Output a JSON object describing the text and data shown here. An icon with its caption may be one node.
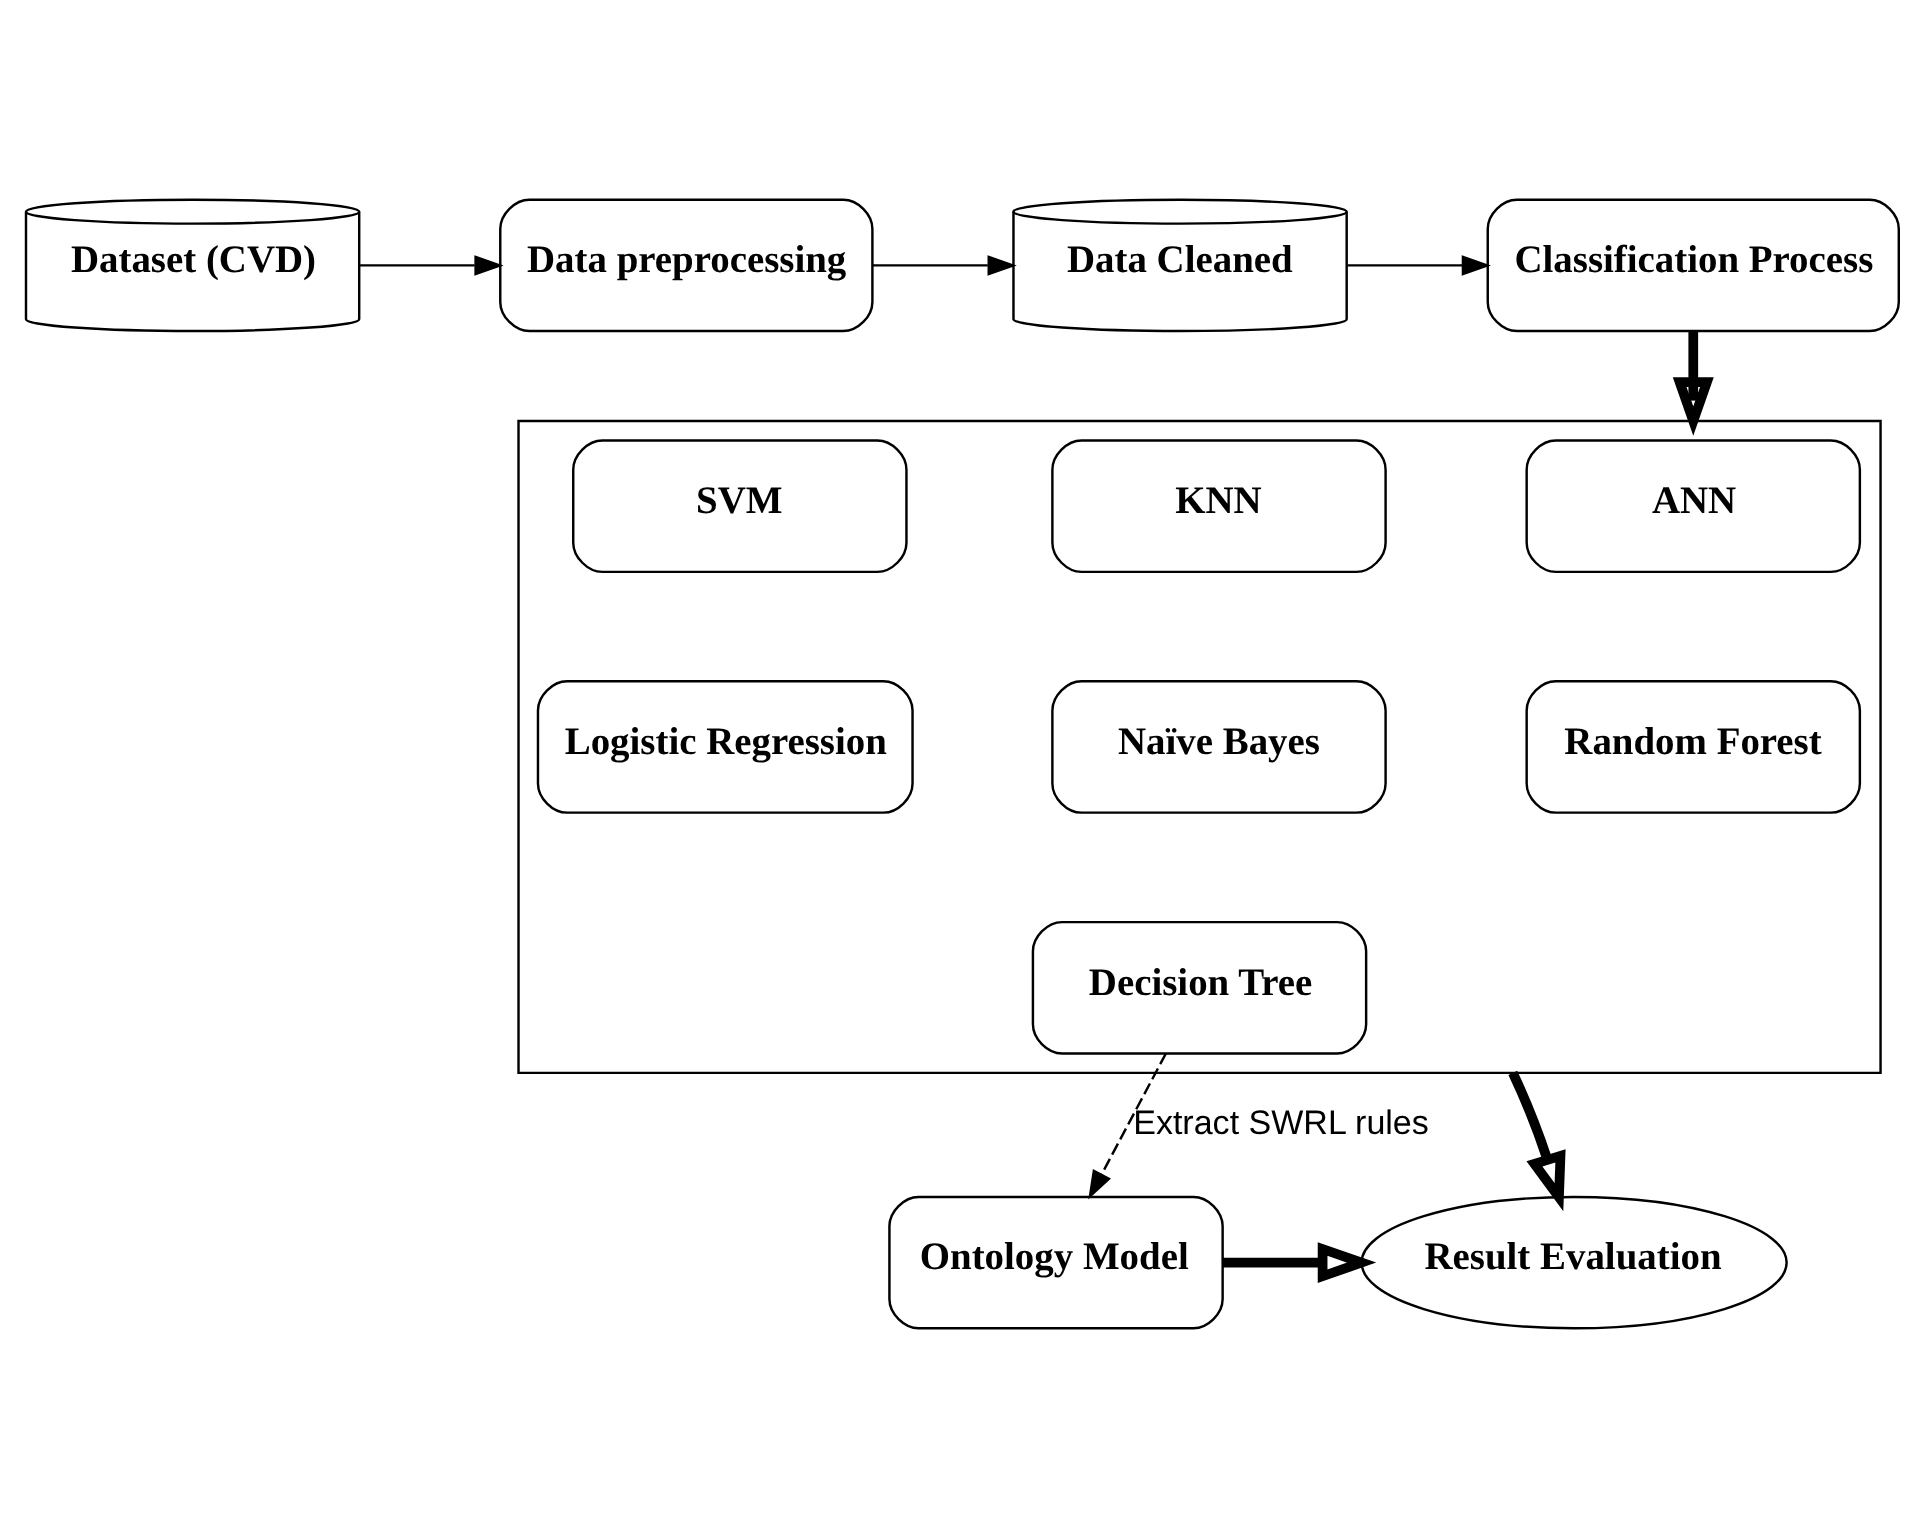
{
  "diagram": {
    "nodes": [
      {
        "text": [
          "Dataset (CVD)"
        ]
      },
      {
        "text": [
          "Data preprocessing"
        ]
      },
      {
        "text": [
          "Data Cleaned"
        ]
      },
      {
        "text": [
          "Classification Process"
        ]
      },
      {
        "text": [],
        "shape": "box"
      },
      {
        "text": [
          "SVM"
        ],
        "in": 4
      },
      {
        "text": [
          "KNN"
        ],
        "in": 4
      },
      {
        "text": [
          "ANN"
        ],
        "in": 4
      },
      {
        "text": [
          "Logistic Regression"
        ],
        "in": 4
      },
      {
        "text": [
          "Naïve Bayes"
        ],
        "in": 4
      },
      {
        "text": [
          "Random Forest"
        ],
        "in": 4
      },
      {
        "text": [
          "Decision Tree"
        ],
        "in": 4
      },
      {
        "text": [
          "Result Evaluation"
        ]
      },
      {
        "text": [
          "Ontology Model"
        ]
      }
    ],
    "edges": [
      {
        "from": 0,
        "to": 1,
        "arrow": "to"
      },
      {
        "from": 1,
        "to": 2,
        "arrow": "to"
      },
      {
        "from": 2,
        "to": 3,
        "arrow": "to"
      },
      {
        "from": 3,
        "to": 4,
        "arrow": "to",
        "style": "thick"
      },
      {
        "from": 4,
        "to": 12,
        "arrow": "to",
        "style": "thick"
      },
      {
        "from": 11,
        "to": 13,
        "arrow": "to",
        "style": "dashed",
        "label": "Extract SWRL rules"
      },
      {
        "from": 13,
        "to": 12,
        "arrow": "to",
        "style": "thick"
      }
    ]
  }
}
